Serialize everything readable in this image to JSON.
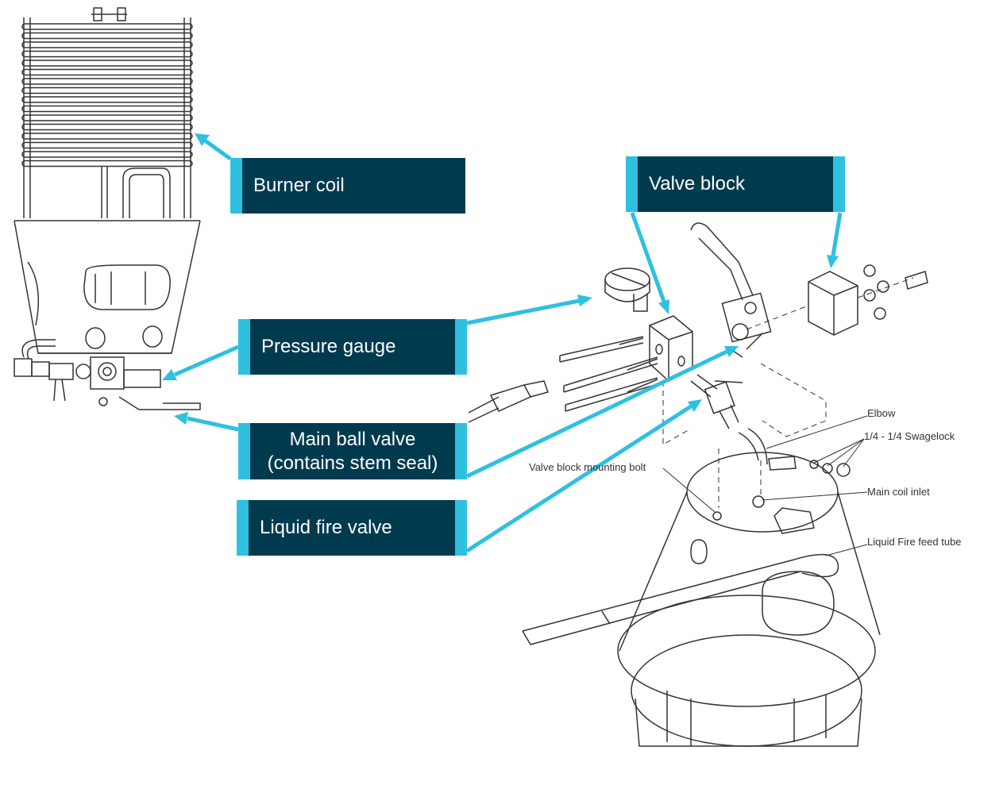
{
  "colors": {
    "callout_bg": "#003a4f",
    "callout_text": "#ffffff",
    "accent": "#2fc0e0",
    "line_art": "#333333"
  },
  "callouts": {
    "burner_coil": "Burner coil",
    "valve_block": "Valve block",
    "pressure_gauge": "Pressure gauge",
    "main_ball_valve": "Main ball valve\n(contains stem seal)",
    "liquid_fire_valve": "Liquid fire valve"
  },
  "labels": {
    "elbow": "Elbow",
    "swagelock": "1/4 - 1/4 Swagelock",
    "valve_block_mounting_bolt": "Valve block mounting bolt",
    "main_coil_inlet": "Main coil inlet",
    "liquid_fire_feed_tube": "Liquid Fire feed tube"
  }
}
